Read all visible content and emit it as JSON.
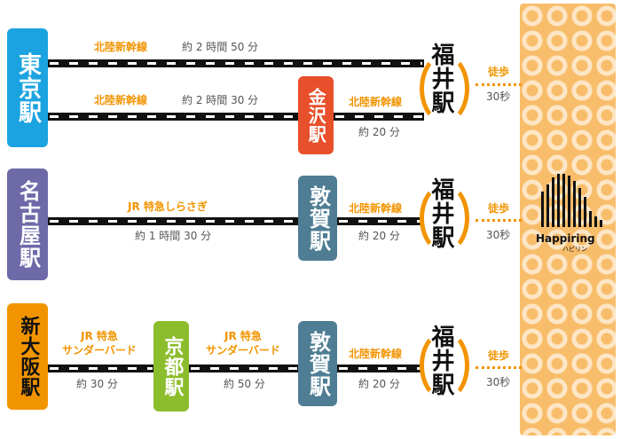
{
  "rows": [
    {
      "origin": "東京駅",
      "routes": [
        {
          "line": "北陸新幹線",
          "time": "約 2 時間 50 分"
        },
        {
          "line": "北陸新幹線",
          "time": "約 2 時間 30 分"
        }
      ],
      "via": [
        {
          "name": "金沢駅",
          "line": "北陸新幹線",
          "time": "約 20 分"
        }
      ],
      "dest": "福井駅",
      "walk": {
        "label": "徒歩",
        "time": "30秒"
      }
    },
    {
      "origin": "名古屋駅",
      "line": "JR 特急しらさぎ",
      "time": "約 1 時間 30 分",
      "via": [
        {
          "name": "敦賀駅",
          "line": "北陸新幹線",
          "time": "約 20 分"
        }
      ],
      "dest": "福井駅",
      "walk": {
        "label": "徒歩",
        "time": "30秒"
      }
    },
    {
      "origin": "新大阪駅",
      "line": "JR 特急\nサンダーバード",
      "time": "約 30 分",
      "via": [
        {
          "name": "京都駅",
          "line": "JR 特急\nサンダーバード",
          "time": "約 50 分"
        },
        {
          "name": "敦賀駅",
          "line": "北陸新幹線",
          "time": "約 20 分"
        }
      ],
      "dest": "福井駅",
      "walk": {
        "label": "徒歩",
        "time": "30秒"
      }
    }
  ],
  "logo": {
    "name": "Happiring",
    "sub": "ハピリン"
  },
  "colors": {
    "tokyo": "#1aa3e0",
    "nagoya": "#6e6aa8",
    "shinosaka": "#f29400",
    "kanazawa": "#e8502b",
    "tsuruga": "#4f7d93",
    "kyoto": "#8cbd2c",
    "accent": "#f29400"
  }
}
